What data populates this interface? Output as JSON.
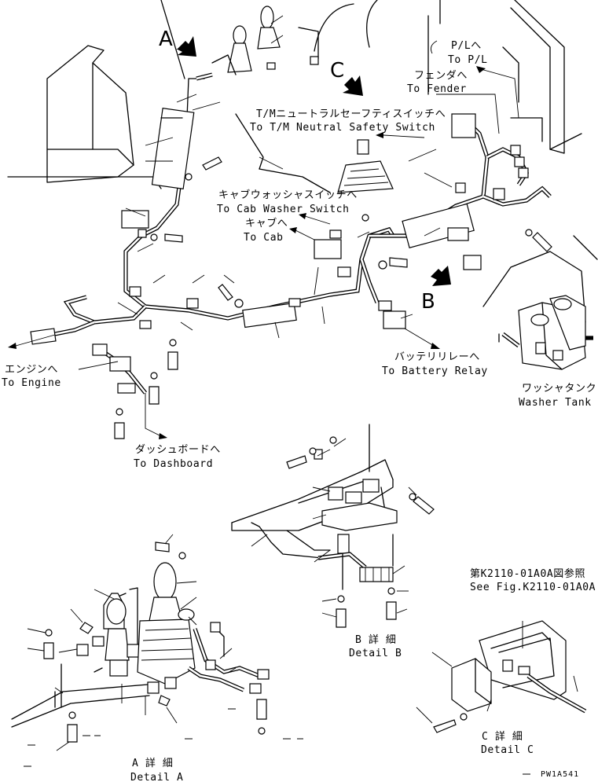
{
  "views": {
    "a": "A",
    "b": "B",
    "c": "C"
  },
  "labels": {
    "pl_ja": "P/Lへ",
    "pl_en": "To P/L",
    "fender_ja": "フェンダへ",
    "fender_en": "To Fender",
    "tm_ja": "T/Mニュートラルセーフティスイッチへ",
    "tm_en": "To T/M Neutral Safety Switch",
    "washer_sw_ja": "キャブウォッシャスイッチへ",
    "washer_sw_en": "To Cab Washer Switch",
    "cab_ja": "キャブへ",
    "cab_en": "To Cab",
    "engine_ja": "エンジンへ",
    "engine_en": "To Engine",
    "battery_ja": "バッテリリレーへ",
    "battery_en": "To Battery Relay",
    "tank_ja": "ワッシャタンク",
    "tank_en": "Washer Tank",
    "dash_ja": "ダッシュボードへ",
    "dash_en": "To Dashboard",
    "ref_ja": "第K2110-01A0A図参照",
    "ref_en": "See Fig.K2110-01A0A",
    "detail_b_ja": "B 詳 細",
    "detail_b_en": "Detail B",
    "detail_c_ja": "C 詳 細",
    "detail_c_en": "Detail C",
    "detail_a_ja": "A 詳 細",
    "detail_a_en": "Detail A",
    "figure_code": "PW1A541"
  }
}
